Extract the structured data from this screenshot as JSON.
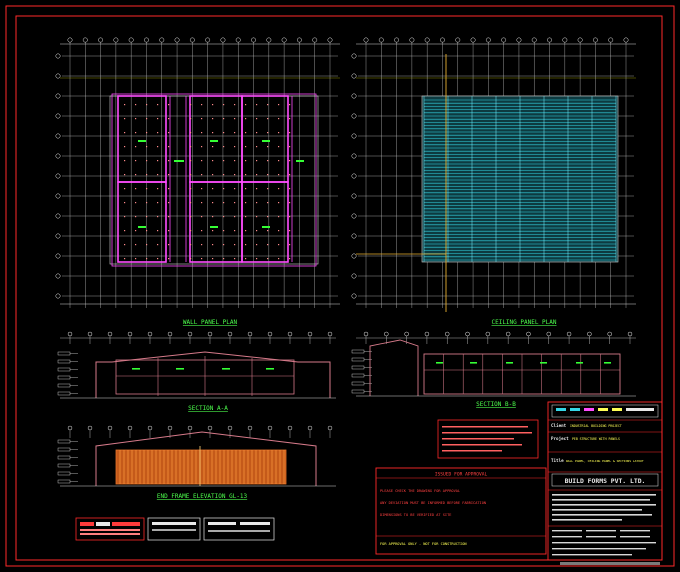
{
  "drawing": {
    "views": {
      "wall_panel_plan": "WALL PANEL PLAN",
      "ceiling_panel_plan": "CEILING PANEL PLAN",
      "section_a": "SECTION A-A",
      "section_b": "SECTION B-B",
      "end_frame": "END FRAME ELEVATION GL-13"
    },
    "approval_box": {
      "title": "ISSUED FOR APPROVAL",
      "lines": [
        "PLEASE CHECK THE DRAWING FOR APPROVAL",
        "ANY DEVIATION MUST BE INFORMED BEFORE FABRICATION",
        "DIMENSIONS TO BE VERIFIED AT SITE"
      ],
      "footer": "FOR APPROVAL ONLY - NOT FOR CONSTRUCTION"
    },
    "title_block": {
      "client_label": "Client",
      "client_value": "INDUSTRIAL BUILDING PROJECT",
      "project_label": "Project",
      "project_value": "PEB STRUCTURE WITH PANELS",
      "title_label": "Title",
      "title_value": "WALL PANEL, CEILING PANEL & SECTIONS LAYOUT",
      "company": "BUILD FORMS PVT. LTD."
    },
    "colors": {
      "frame": "#ff2a2a",
      "wall_panel": "#ff4dff",
      "ceiling_panel": "#35d6e6",
      "grid": "#d8d8d8",
      "label": "#4dff4d",
      "end_frame_fill": "#e8742a",
      "section_line": "#d67a8a"
    }
  }
}
